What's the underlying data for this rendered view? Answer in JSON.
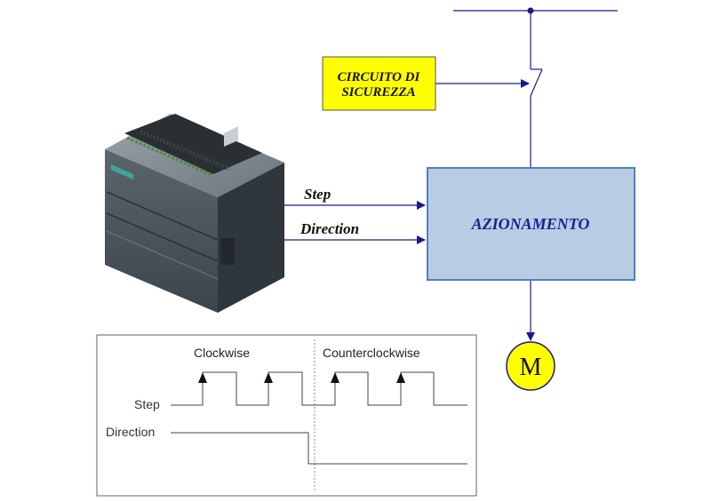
{
  "safety_box": {
    "line1": "CIRCUITO DI",
    "line2": "SICUREZZA",
    "fill": "#ffff00"
  },
  "drive_box": {
    "label": "AZIONAMENTO",
    "fill": "#b8cce4",
    "stroke": "#4f81bd",
    "text_color": "#1f1f8f"
  },
  "signals": {
    "step": "Step",
    "direction": "Direction"
  },
  "motor": {
    "label": "M",
    "fill": "#ffff00"
  },
  "timing": {
    "clockwise": "Clockwise",
    "counterclockwise": "Counterclockwise",
    "step_label": "Step",
    "direction_label": "Direction"
  },
  "colors": {
    "wire": "#1a1a8c",
    "plc_body": "#4a545c"
  },
  "plc": {
    "icon": "plc-controller-icon"
  }
}
